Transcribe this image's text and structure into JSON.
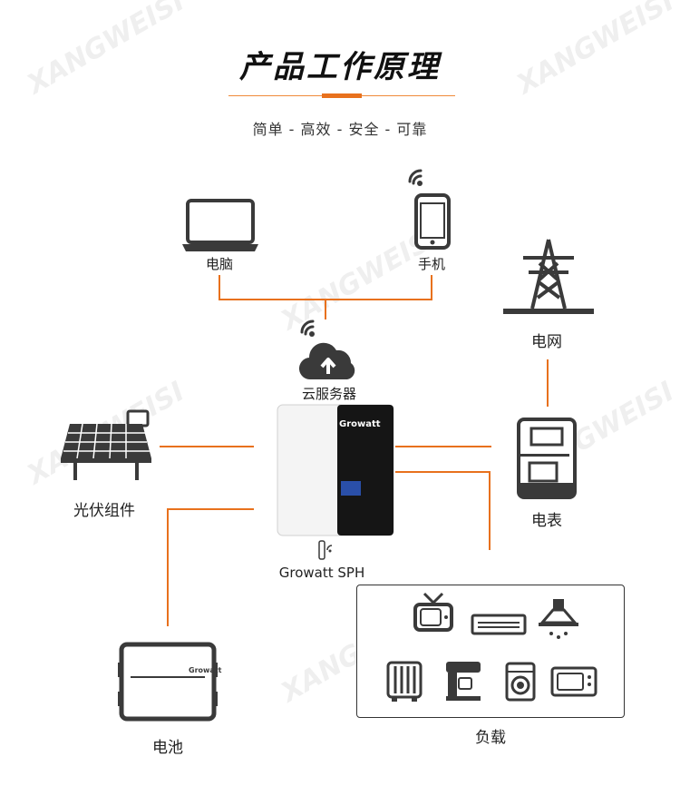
{
  "header": {
    "title": "产品工作原理",
    "subtitle": "简单 - 高效 - 安全 - 可靠"
  },
  "watermark": {
    "text": "XANGWEISI"
  },
  "nodes": {
    "computer": "电脑",
    "phone": "手机",
    "cloud": "云服务器",
    "grid": "电网",
    "pv": "光伏组件",
    "inverter": "Growatt SPH",
    "meter": "电表",
    "battery": "电池",
    "load": "负载"
  },
  "brand": {
    "inverter_logo": "Growatt",
    "battery_logo": "Growatt"
  },
  "colors": {
    "connector": "#e8711d",
    "icon": "#3a3a3a",
    "title_accent": "#e8711d"
  }
}
